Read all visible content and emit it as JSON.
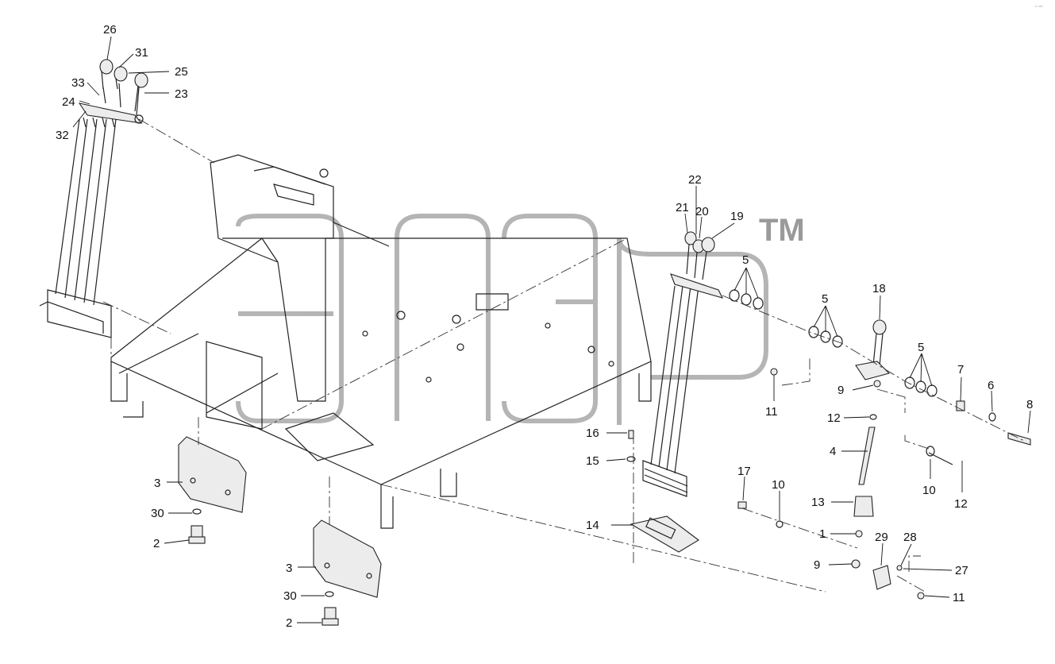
{
  "diagram": {
    "watermark_trademark": "TM",
    "watermark_logo_text": "эпср",
    "callouts": [
      {
        "id": "c26",
        "label": "26"
      },
      {
        "id": "c31",
        "label": "31"
      },
      {
        "id": "c25",
        "label": "25"
      },
      {
        "id": "c23",
        "label": "23"
      },
      {
        "id": "c33",
        "label": "33"
      },
      {
        "id": "c24",
        "label": "24"
      },
      {
        "id": "c32",
        "label": "32"
      },
      {
        "id": "c22",
        "label": "22"
      },
      {
        "id": "c21",
        "label": "21"
      },
      {
        "id": "c20",
        "label": "20"
      },
      {
        "id": "c19",
        "label": "19"
      },
      {
        "id": "c5a",
        "label": "5"
      },
      {
        "id": "c5b",
        "label": "5"
      },
      {
        "id": "c5c",
        "label": "5"
      },
      {
        "id": "c18",
        "label": "18"
      },
      {
        "id": "c7",
        "label": "7"
      },
      {
        "id": "c6",
        "label": "6"
      },
      {
        "id": "c8",
        "label": "8"
      },
      {
        "id": "c11a",
        "label": "11"
      },
      {
        "id": "c9a",
        "label": "9"
      },
      {
        "id": "c12a",
        "label": "12"
      },
      {
        "id": "c4",
        "label": "4"
      },
      {
        "id": "c10a",
        "label": "10"
      },
      {
        "id": "c12b",
        "label": "12"
      },
      {
        "id": "c16",
        "label": "16"
      },
      {
        "id": "c15",
        "label": "15"
      },
      {
        "id": "c17",
        "label": "17"
      },
      {
        "id": "c10b",
        "label": "10"
      },
      {
        "id": "c13",
        "label": "13"
      },
      {
        "id": "c14",
        "label": "14"
      },
      {
        "id": "c1",
        "label": "1"
      },
      {
        "id": "c29",
        "label": "29"
      },
      {
        "id": "c28",
        "label": "28"
      },
      {
        "id": "c9b",
        "label": "9"
      },
      {
        "id": "c27",
        "label": "27"
      },
      {
        "id": "c11b",
        "label": "11"
      },
      {
        "id": "c3a",
        "label": "3"
      },
      {
        "id": "c30a",
        "label": "30"
      },
      {
        "id": "c2a",
        "label": "2"
      },
      {
        "id": "c3b",
        "label": "3"
      },
      {
        "id": "c30b",
        "label": "30"
      },
      {
        "id": "c2b",
        "label": "2"
      }
    ]
  }
}
